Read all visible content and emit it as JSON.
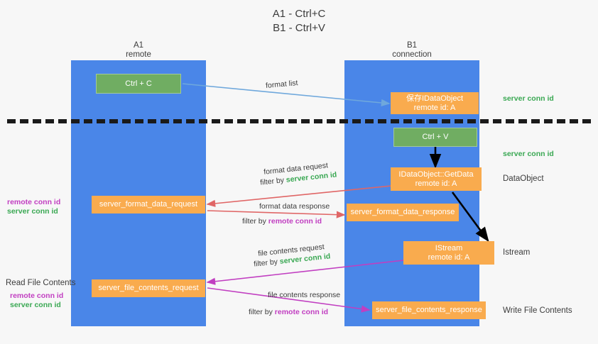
{
  "title": {
    "line1": "A1 - Ctrl+C",
    "line2": "B1 - Ctrl+V"
  },
  "lanes": [
    {
      "name": "A1",
      "role": "remote",
      "color": "#4a86e8"
    },
    {
      "name": "B1",
      "role": "connection",
      "color": "#4a86e8"
    }
  ],
  "colors": {
    "lane": "#4a86e8",
    "green_box": "#70ad62",
    "orange_box": "#f9ab4e",
    "blue_arrow": "#6fa8dc",
    "red_arrow": "#e06666",
    "magenta_arrow": "#c13ec1",
    "black_arrow": "#000000",
    "green_text": "#3aa853",
    "purple_text": "#c13ec1",
    "background": "#f7f7f7"
  },
  "boxes": {
    "ctrl_c": {
      "label": "Ctrl + C",
      "style": "green",
      "lane": "A1"
    },
    "save_idataobject": {
      "line1": "保存IDataObject",
      "line2": "remote id: A",
      "style": "orange",
      "lane": "B1"
    },
    "ctrl_v": {
      "label": "Ctrl + V",
      "style": "green",
      "lane": "B1"
    },
    "getdata": {
      "line1": "IDataObject::GetData",
      "line2": "remote id: A",
      "style": "orange",
      "lane": "B1"
    },
    "format_data_request": {
      "label": "server_format_data_request",
      "style": "orange",
      "lane": "A1"
    },
    "format_data_response": {
      "label": "server_format_data_response",
      "style": "orange",
      "lane": "B1"
    },
    "istream": {
      "line1": "IStream",
      "line2": "remote id: A",
      "style": "orange",
      "lane": "B1"
    },
    "file_contents_request": {
      "label": "server_file_contents_request",
      "style": "orange",
      "lane": "A1"
    },
    "file_contents_response": {
      "label": "server_file_contents_response",
      "style": "orange",
      "lane": "B1"
    }
  },
  "arrow_labels": {
    "format_list": "format list",
    "format_data_request": "format data request",
    "format_data_request_filter_prefix": "filter by ",
    "format_data_request_filter_key": "server conn id",
    "format_data_response": "format data response",
    "format_data_response_filter_prefix": "filter by ",
    "format_data_response_filter_key": "remote conn id",
    "file_contents_request": "file contents request",
    "file_contents_request_filter_prefix": "filter by ",
    "file_contents_request_filter_key": "server conn id",
    "file_contents_response": "file contents response",
    "file_contents_response_filter_prefix": "filter by ",
    "file_contents_response_filter_key": "remote conn id"
  },
  "right_annotations": {
    "server_conn_id_1": "server conn id",
    "server_conn_id_2": "server conn id",
    "dataobject": "DataObject",
    "istream": "Istream",
    "write_file_contents": "Write File Contents"
  },
  "left_annotations": {
    "remote_conn_id_1": "remote conn id",
    "server_conn_id_1": "server conn id",
    "read_file_contents": "Read File Contents",
    "remote_conn_id_2": "remote conn id",
    "server_conn_id_2": "server conn id"
  }
}
